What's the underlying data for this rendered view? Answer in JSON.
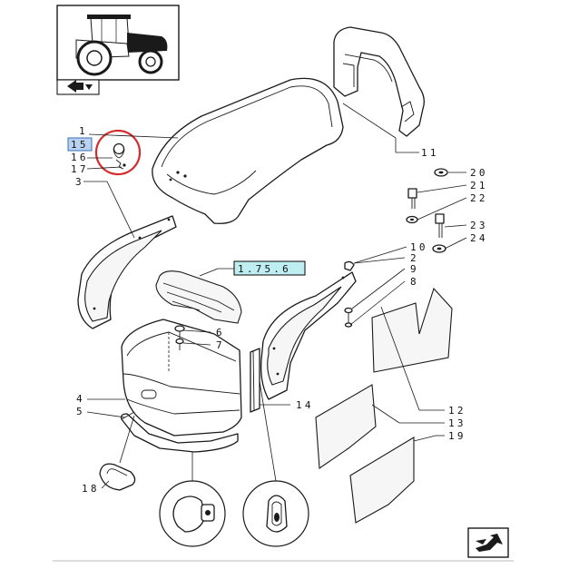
{
  "labels": {
    "hood": "1",
    "side_panel_left": "3",
    "front_grille_lower": "4",
    "bumper_strip": "5",
    "bolt_6": "6",
    "bolt_7": "7",
    "panel_8": "8",
    "screw_9": "9",
    "washer_10": "10",
    "rear_frame": "11",
    "insulation_12": "12",
    "insulation_13": "13",
    "seal_14": "14",
    "grommet_15": "15",
    "clip_16": "16",
    "clip_17": "17",
    "lamp_18": "18",
    "insulation_19": "19",
    "washer_20": "20",
    "bolt_21": "21",
    "nut_22": "22",
    "bolt_23": "23",
    "nut_24": "24",
    "side_panel_right": "2"
  },
  "reference": "1.75.6",
  "colors": {
    "highlight_box": "#b8d2f0",
    "reference_box": "#bfeef2",
    "circle_mark": "#d42a2a",
    "line": "#1a1a1a"
  },
  "icons": {
    "nav_prev": "arrow-back-icon",
    "nav_next": "arrow-forward-icon"
  }
}
